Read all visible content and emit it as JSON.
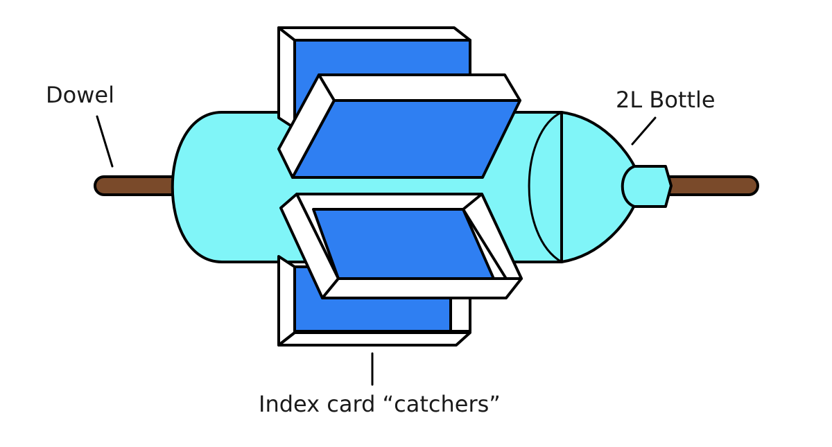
{
  "labels": {
    "dowel": "Dowel",
    "bottle": "2L Bottle",
    "catchers": "Index card “catchers”"
  },
  "colors": {
    "dowel": "#7a4a2a",
    "bottle": "#80f5f8",
    "card_face": "#2f7ff2",
    "card_edge": "#ffffff",
    "outline": "#000000"
  }
}
